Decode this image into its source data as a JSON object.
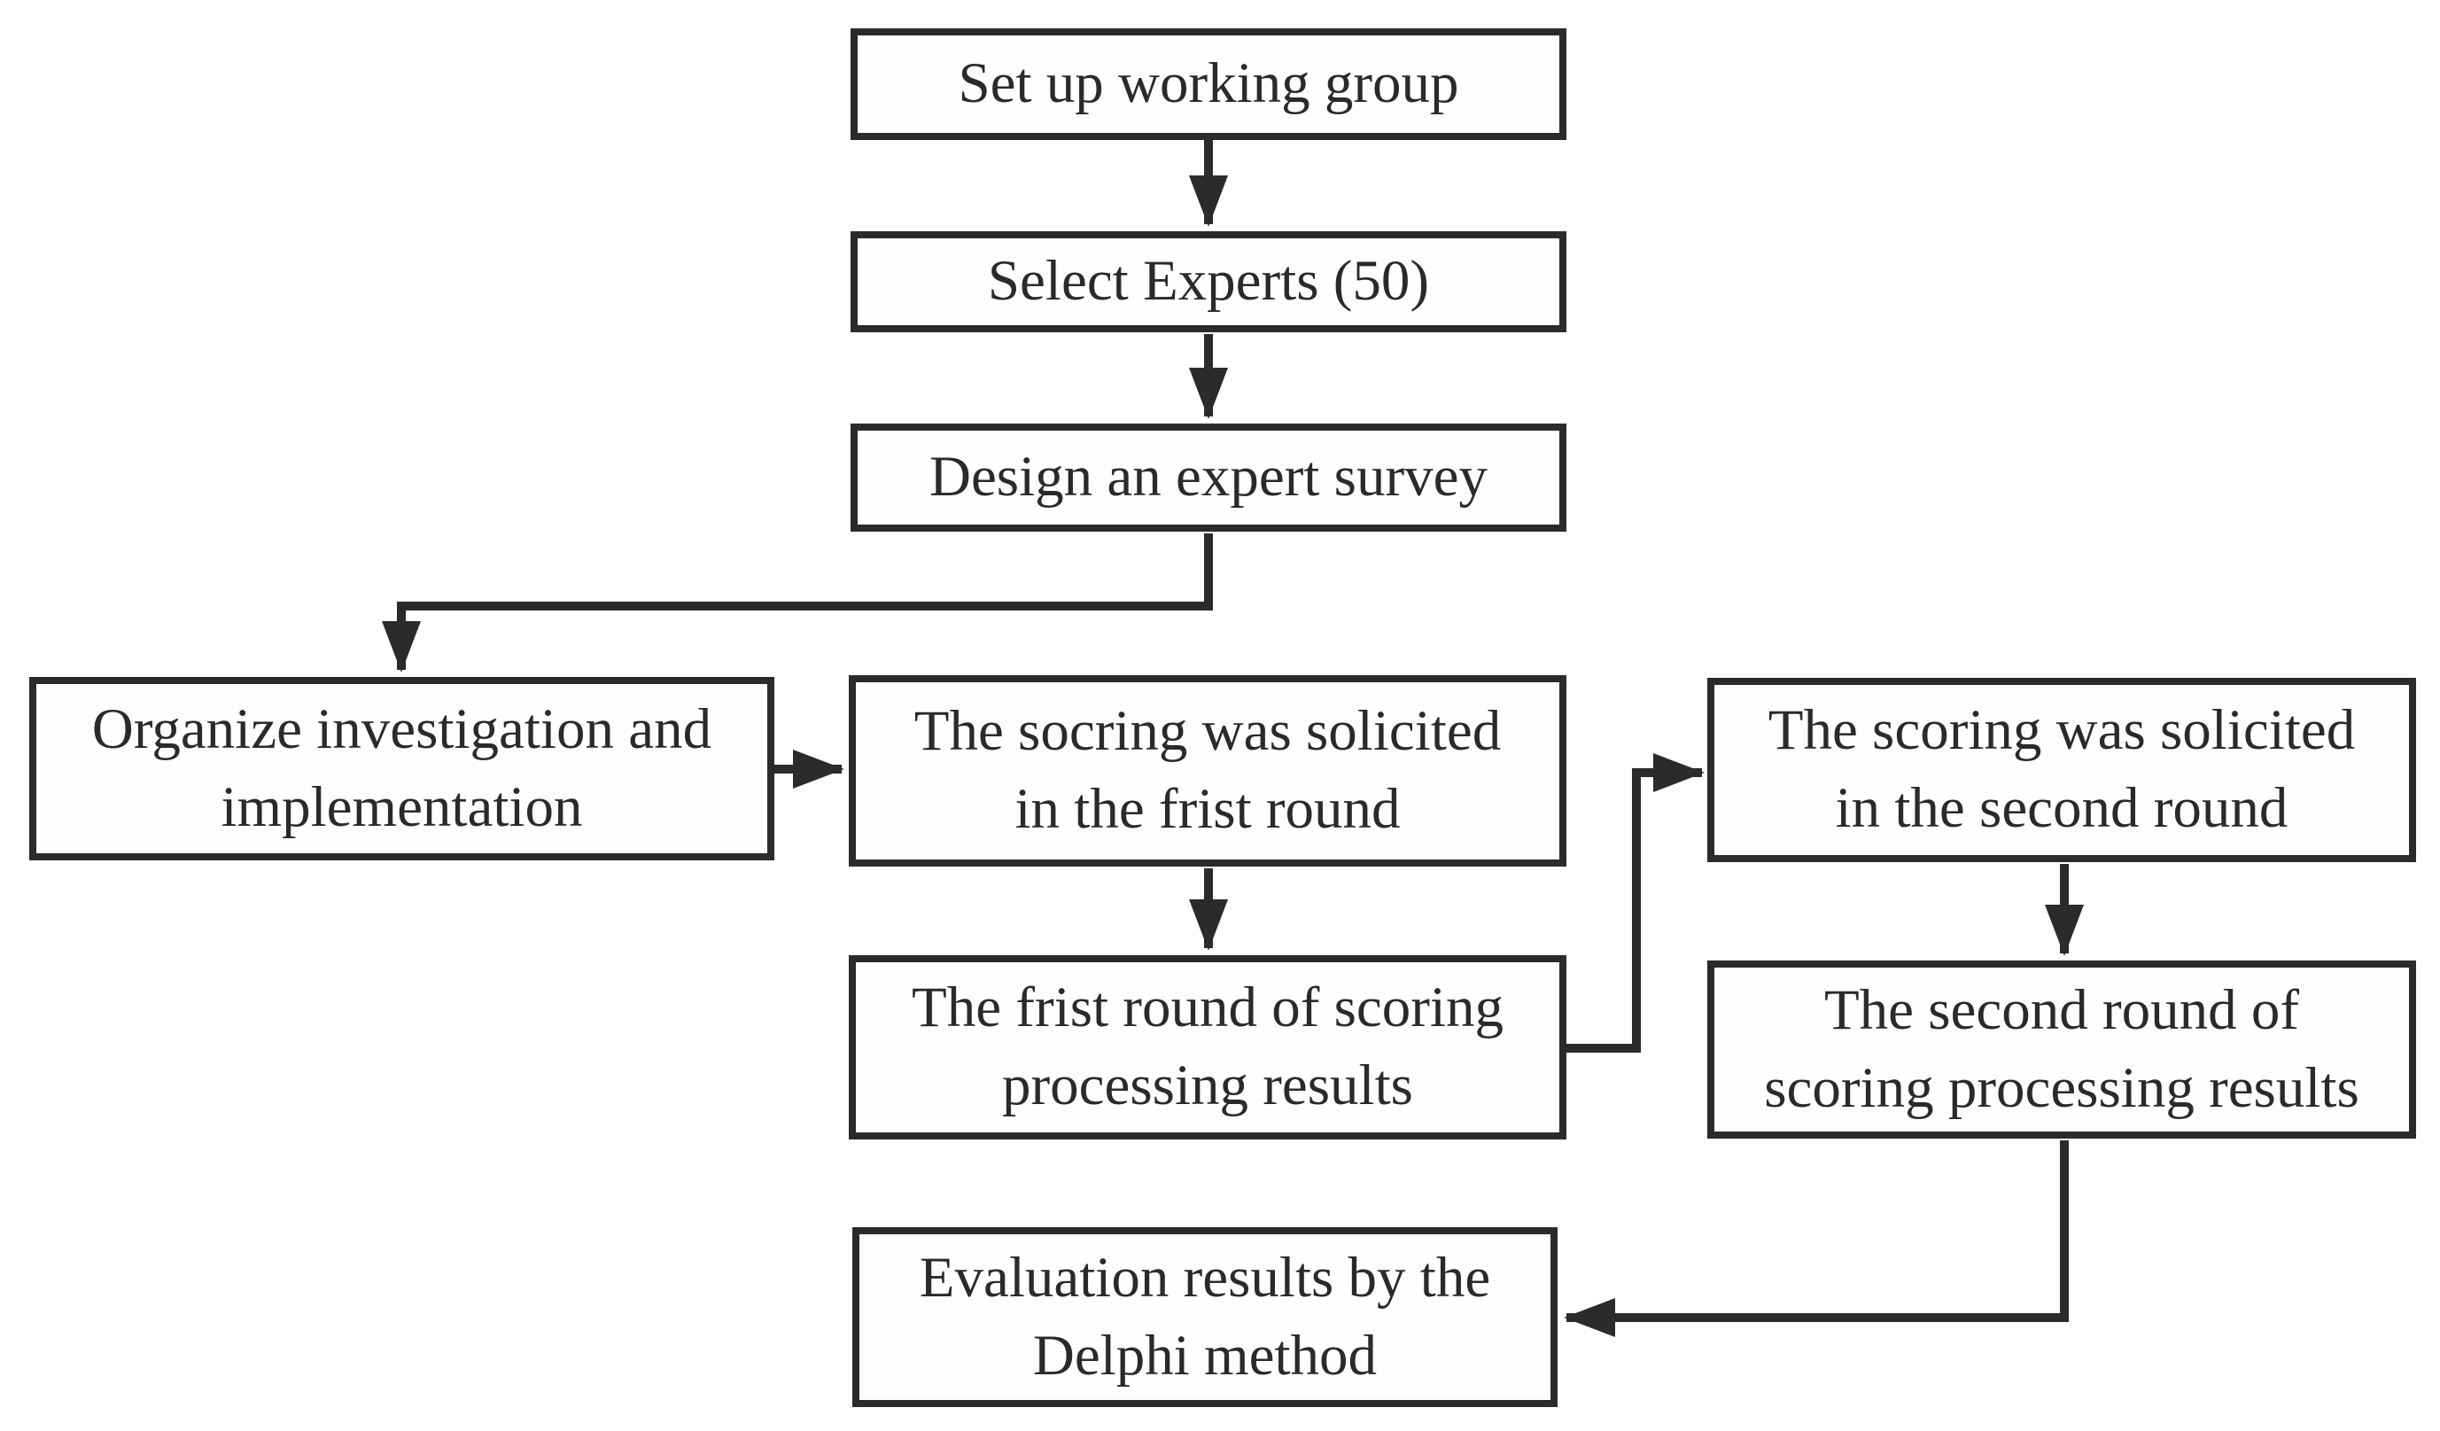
{
  "colors": {
    "line": "#2b2b2b",
    "text": "#2a2a2a",
    "box_fill": "#fefefe",
    "background": "#ffffff"
  },
  "nodes": [
    {
      "id": "set-up-working-group",
      "lines": [
        "Set up working group"
      ]
    },
    {
      "id": "select-experts",
      "lines": [
        "Select Experts (50)"
      ]
    },
    {
      "id": "design-expert-survey",
      "lines": [
        "Design an expert survey"
      ]
    },
    {
      "id": "organize-investigation",
      "lines": [
        "Organize investigation and",
        "implementation"
      ]
    },
    {
      "id": "first-round-scoring-solicited",
      "lines": [
        "The socring was solicited",
        "in the frist round"
      ]
    },
    {
      "id": "second-round-scoring-solicited",
      "lines": [
        "The scoring was solicited",
        "in the second round"
      ]
    },
    {
      "id": "first-round-processing-results",
      "lines": [
        "The frist round of scoring",
        "processing results"
      ]
    },
    {
      "id": "second-round-processing-results",
      "lines": [
        "The second round of",
        "scoring processing results"
      ]
    },
    {
      "id": "evaluation-results-delphi",
      "lines": [
        "Evaluation results by the",
        "Delphi method"
      ]
    }
  ]
}
